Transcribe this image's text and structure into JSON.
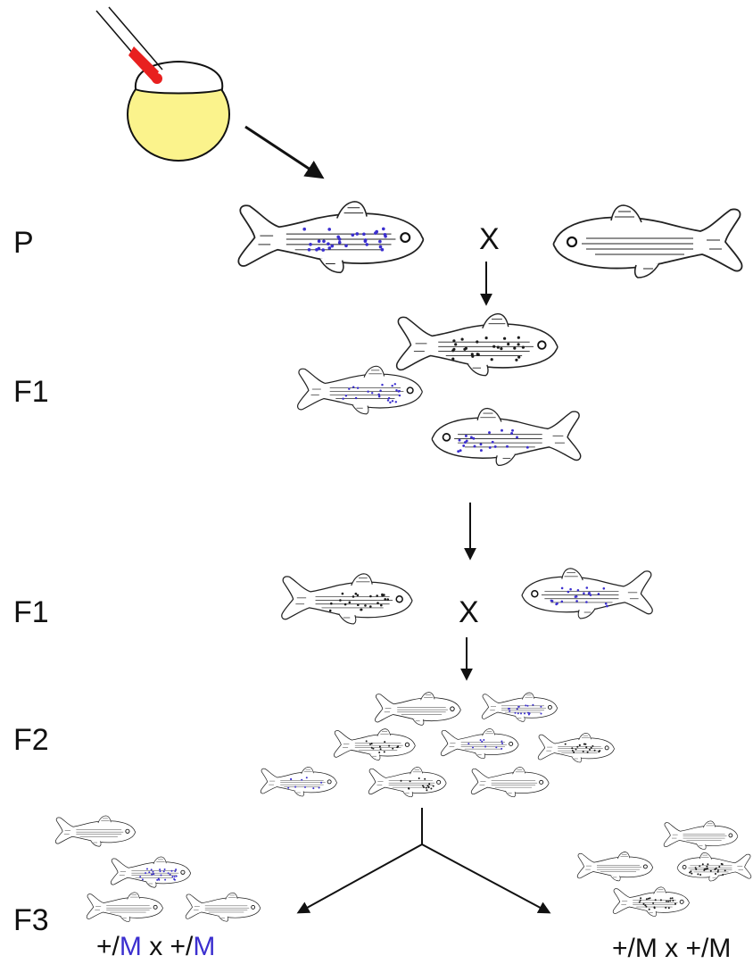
{
  "generations": {
    "p": "P",
    "f1_top": "F1",
    "f1_cross": "F1",
    "f2": "F2",
    "f3": "F3"
  },
  "cross_symbol": "X",
  "genotypes": {
    "left": {
      "plus": "+/",
      "m": "M",
      "times": " x ",
      "plus2": "+/",
      "m2": "M"
    },
    "right": {
      "text": "+/M x +/M"
    }
  },
  "colors": {
    "yolk": "#fbf38c",
    "needle_tip": "#e8201f",
    "mutation_blue": "#3b2fcf",
    "mutation_black": "#1a1a1a",
    "line": "#111111"
  }
}
